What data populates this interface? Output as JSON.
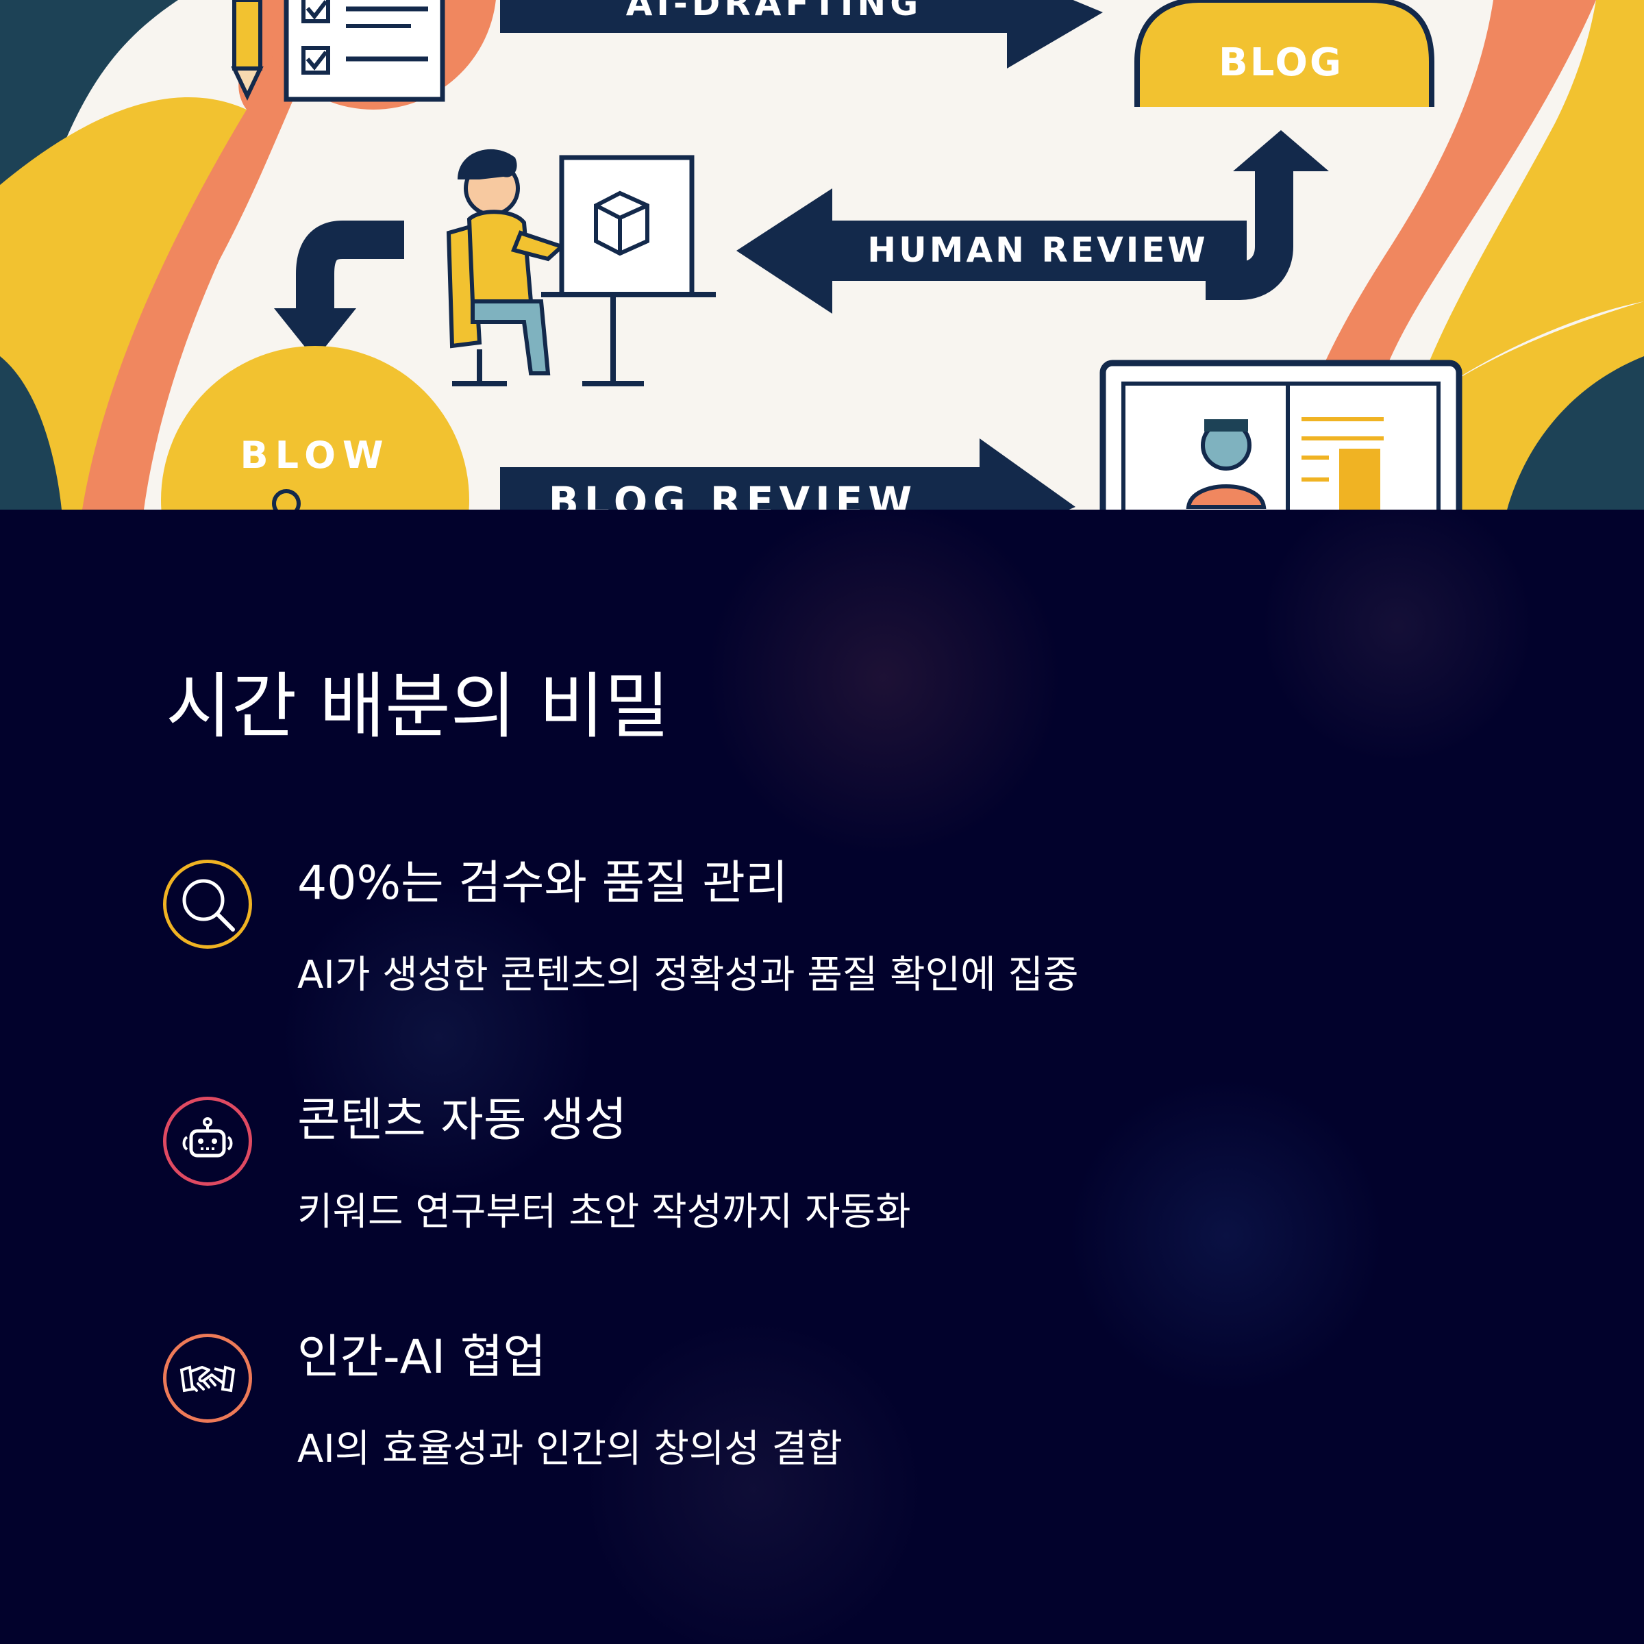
{
  "illustration": {
    "labels": {
      "ai_drafting": "AI-DRAFTING",
      "blog_top": "BLOG",
      "human_review": "HUMAN REVIEW",
      "blow_badge": "BLOW",
      "blog_review": "BLOG REVIEW"
    },
    "colors": {
      "navy": "#13294b",
      "orange": "#f0875f",
      "yellow": "#f2c230",
      "teal": "#1d4256"
    }
  },
  "section": {
    "title": "시간 배분의 비밀",
    "features": [
      {
        "icon": "magnifier-icon",
        "heading": "40%는 검수와 품질 관리",
        "description": "AI가 생성한 콘텐츠의 정확성과 품질 확인에 집중",
        "ring_color": "#f0b323"
      },
      {
        "icon": "robot-icon",
        "heading": "콘텐츠 자동 생성",
        "description": "키워드 연구부터 초안 작성까지 자동화",
        "ring_color": "#e04a62"
      },
      {
        "icon": "handshake-icon",
        "heading": "인간-AI 협업",
        "description": "AI의 효율성과 인간의 창의성 결합",
        "ring_color": "#ee7a58"
      }
    ]
  }
}
